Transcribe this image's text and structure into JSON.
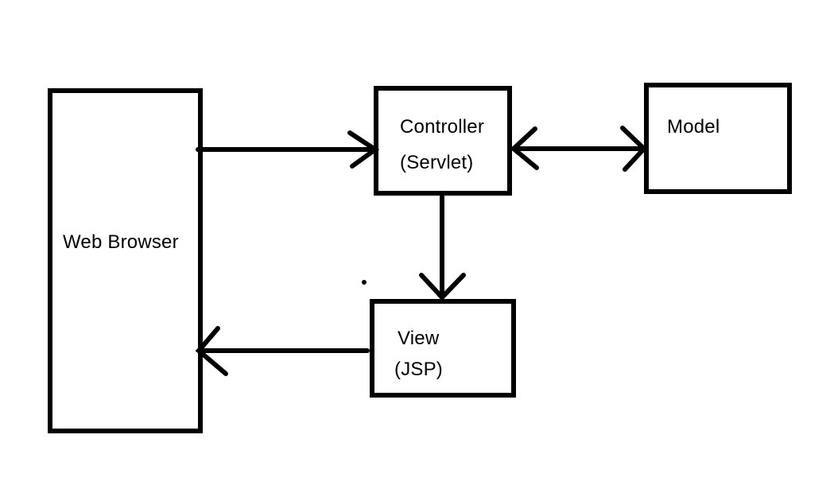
{
  "background": "#ffffff",
  "ink": "#000000",
  "nodes": {
    "web_browser": {
      "label": "Web Browser"
    },
    "controller": {
      "line1": "Controller",
      "line2": "(Servlet)"
    },
    "model": {
      "label": "Model"
    },
    "view": {
      "line1": "View",
      "line2": "(JSP)"
    }
  },
  "edges": [
    {
      "from": "web_browser",
      "to": "controller",
      "direction": "right"
    },
    {
      "from": "controller",
      "to": "model",
      "direction": "both"
    },
    {
      "from": "controller",
      "to": "view",
      "direction": "down"
    },
    {
      "from": "view",
      "to": "web_browser",
      "direction": "left"
    }
  ]
}
